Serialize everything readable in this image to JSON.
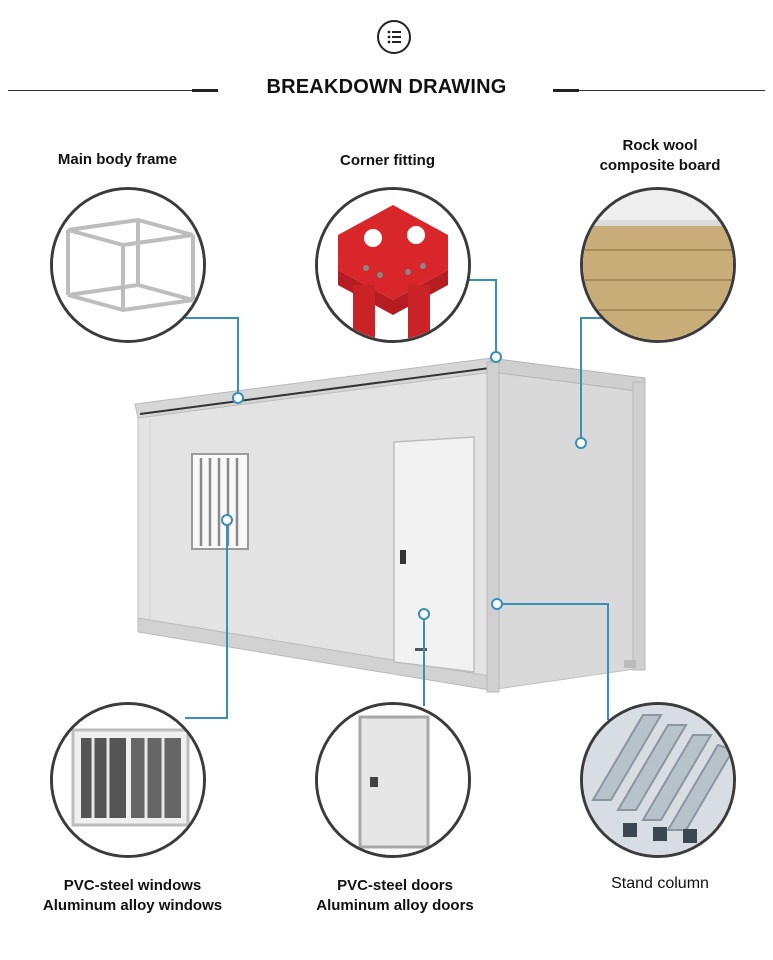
{
  "header": {
    "title": "BREAKDOWN DRAWING",
    "icon": "list-menu-icon"
  },
  "components": {
    "main_body_frame": "Main body frame",
    "corner_fitting": "Corner fitting",
    "rock_wool": [
      "Rock wool",
      "composite board"
    ],
    "windows": [
      "PVC-steel windows",
      "Aluminum alloy windows"
    ],
    "doors": [
      "PVC-steel doors",
      "Aluminum alloy doors"
    ],
    "stand_column": "Stand column"
  },
  "colors": {
    "leader_line": "#3a8fb8",
    "corner_fitting": "#d8262b",
    "rock_wool": "#c9ad78"
  }
}
